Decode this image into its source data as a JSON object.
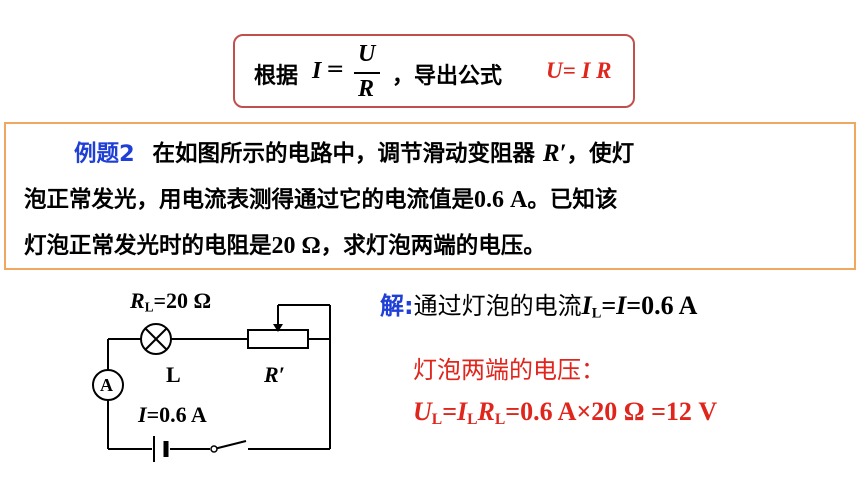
{
  "formula": {
    "prefix": "根据",
    "i_var": "I",
    "equals": "=",
    "numerator": "U",
    "denominator": "R",
    "middle": "，导出公式",
    "result": "U= I R"
  },
  "problem": {
    "label": "例题2",
    "line1_a": "在如图所示的电路中，调节滑动变阻器",
    "line1_var": "R′",
    "line1_b": "，使灯",
    "line2_a": "泡正常发光，用电流表测得通过它的电流值是",
    "line2_num": "0.6 A",
    "line2_b": "。已知该",
    "line3_a": "灯泡正常发光时的电阻是",
    "line3_num": "20 Ω",
    "line3_b": "，求灯泡两端的电压。"
  },
  "circuit": {
    "rl_var": "R",
    "rl_sub": "L",
    "rl_value": "=20 Ω",
    "lamp_label": "L",
    "rheostat_label": "R′",
    "ammeter_label": "A",
    "current_var": "I",
    "current_value": "=0.6 A"
  },
  "solution": {
    "label": "解",
    "colon": ":",
    "text": "通过灯泡的电流",
    "il_var": "I",
    "il_sub": "L",
    "eq": "=",
    "i_var": "I",
    "value": "=0.6 A",
    "voltage_label": "灯泡两端的电压：",
    "f_u": "U",
    "f_u_sub": "L",
    "f_eq": "=",
    "f_i": "I",
    "f_i_sub": "L",
    "f_r": "R",
    "f_r_sub": "L",
    "f_rest": "=0.6 A×20 Ω =12 V"
  },
  "colors": {
    "red": "#e0251c",
    "blue": "#1f3fd6",
    "formula_border": "#c0504d",
    "problem_border": "#f0a860"
  }
}
